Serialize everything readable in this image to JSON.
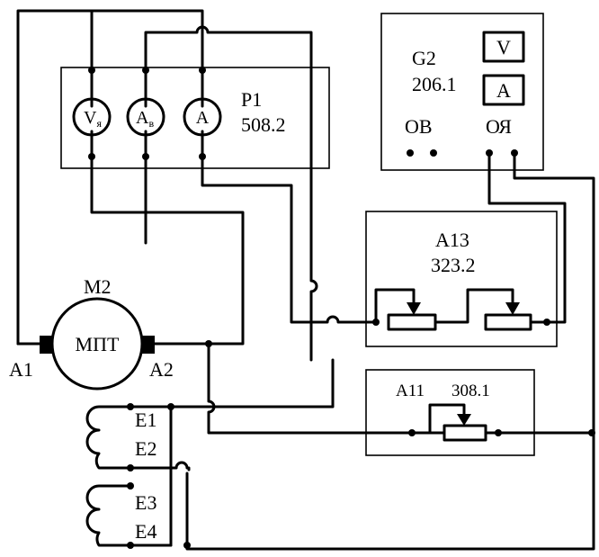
{
  "colors": {
    "ink": "#000000",
    "background": "#ffffff"
  },
  "p1": {
    "name": "P1",
    "code": "508.2",
    "meters": {
      "voltmeter": "V",
      "voltmeter_sub": "я",
      "excitation_ammeter": "A",
      "excitation_ammeter_sub": "в",
      "ammeter": "A"
    }
  },
  "g2": {
    "name": "G2",
    "code": "206.1",
    "button_v": "V",
    "button_a": "A",
    "terminal_ov": "ОВ",
    "terminal_oya": "ОЯ"
  },
  "a13": {
    "name": "A13",
    "code": "323.2"
  },
  "a11": {
    "name": "A11",
    "code": "308.1"
  },
  "m2": {
    "name": "M2",
    "body": "МПТ",
    "terminal_a1": "A1",
    "terminal_a2": "A2"
  },
  "windings": {
    "e1": "E1",
    "e2": "E2",
    "e3": "E3",
    "e4": "E4"
  }
}
